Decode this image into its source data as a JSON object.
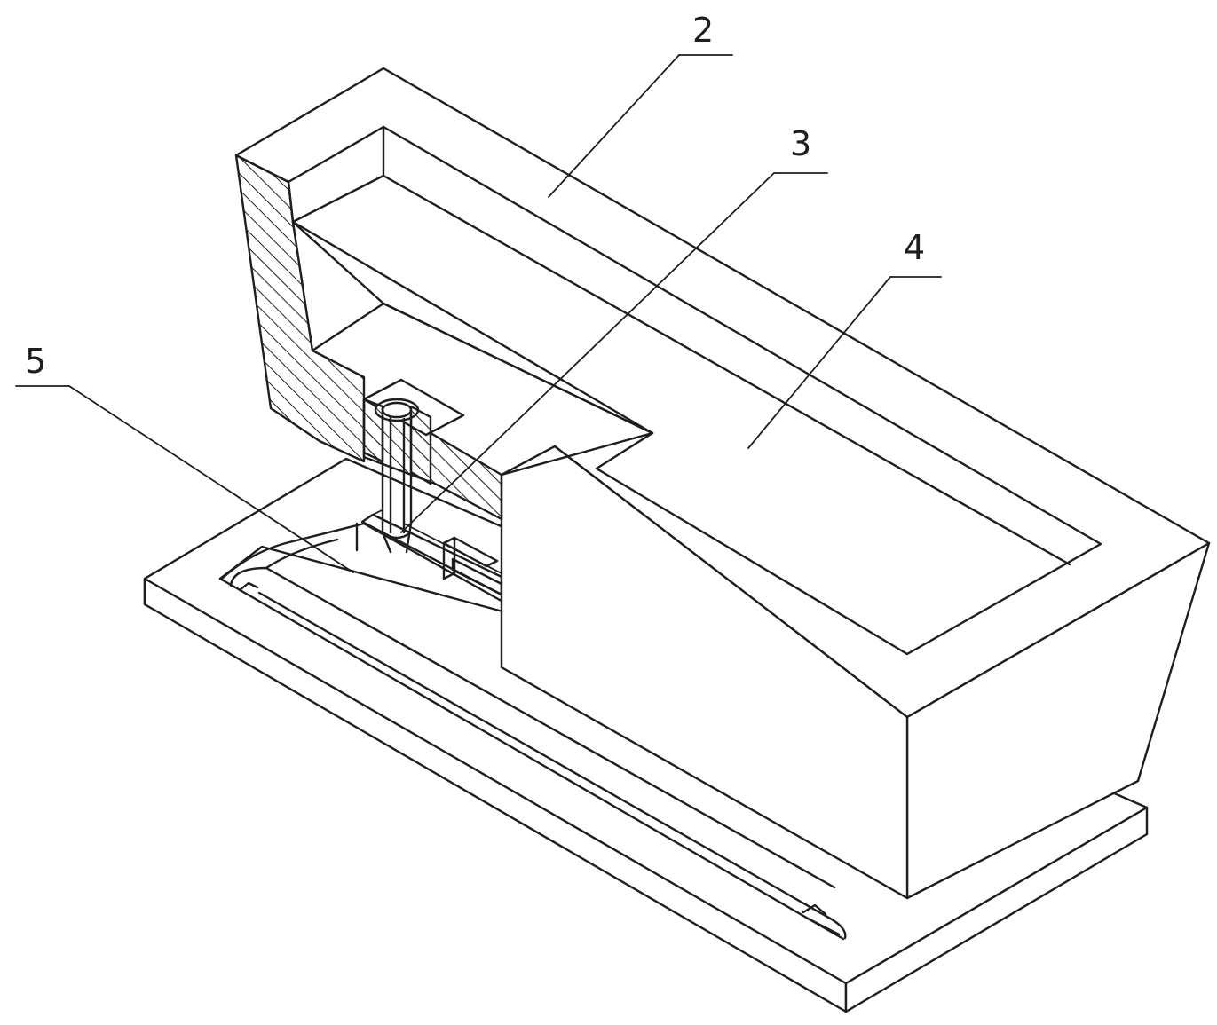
{
  "callouts": [
    {
      "id": "callout-2",
      "text": "2"
    },
    {
      "id": "callout-3",
      "text": "3"
    },
    {
      "id": "callout-4",
      "text": "4"
    },
    {
      "id": "callout-5",
      "text": "5"
    }
  ],
  "colors": {
    "ink": "#1e1e1e",
    "background": "#ffffff"
  }
}
